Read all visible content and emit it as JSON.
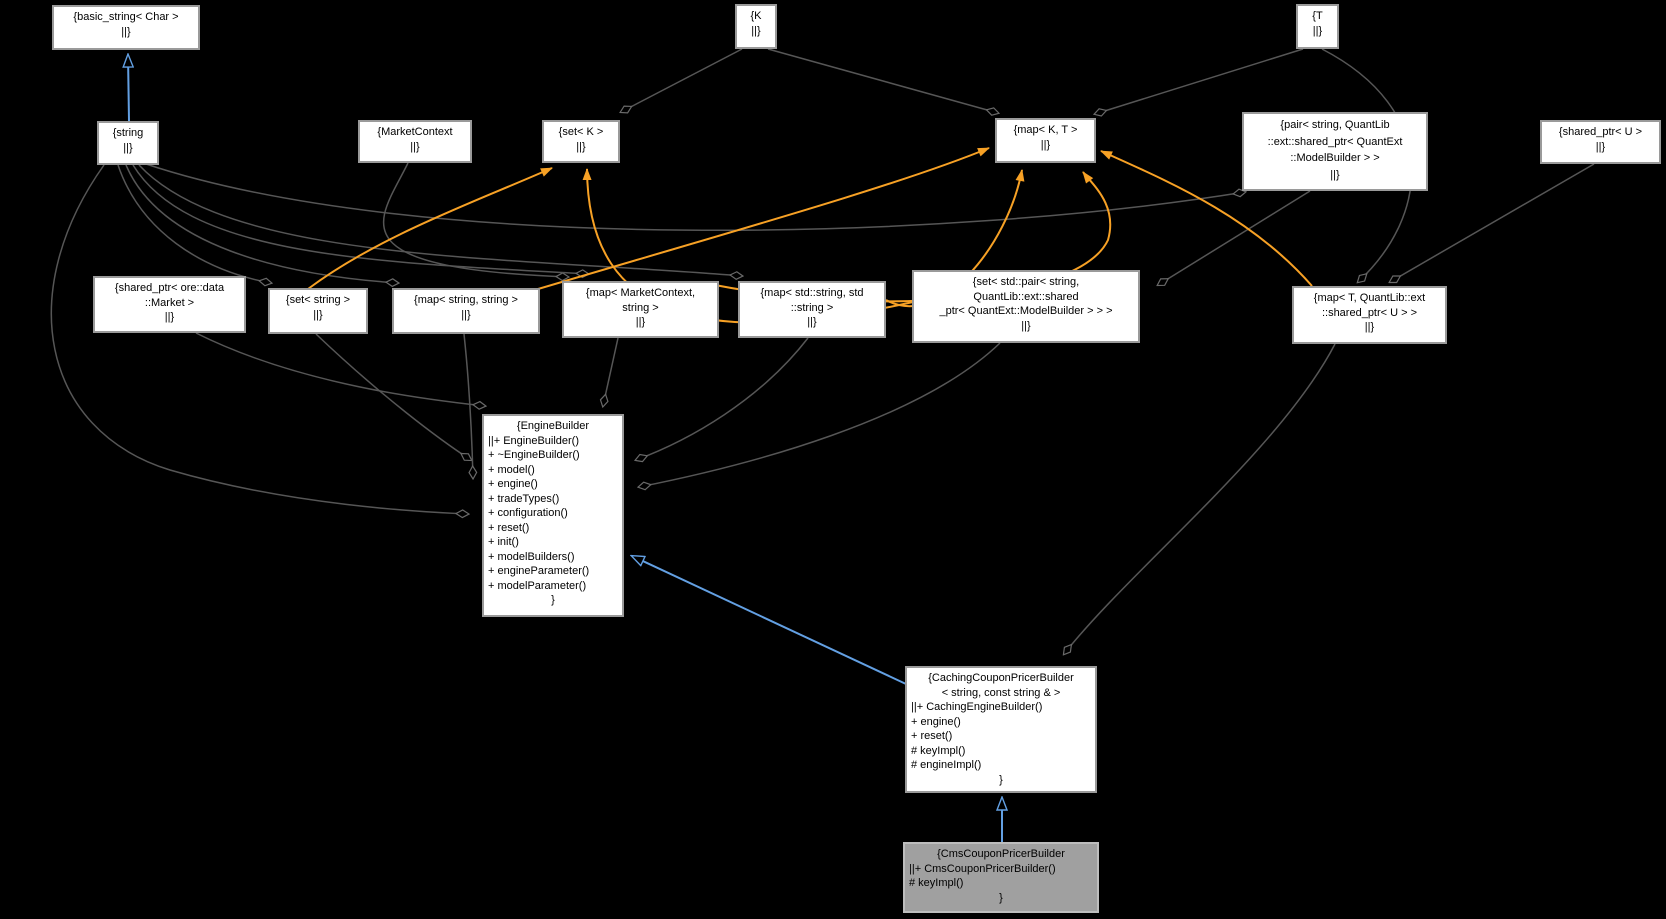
{
  "diagram": {
    "kind": "doxygen-collaboration-graph",
    "background": "#000000",
    "colors": {
      "node_fill": "#ffffff",
      "node_border": "#9a9a9a",
      "highlight_fill": "#a0a0a0",
      "edge_gray": "#565656",
      "edge_orange": "#f7a125",
      "edge_blue": "#63a0e3",
      "text": "#000000"
    }
  },
  "nodes": {
    "basic_string_char": {
      "lines": [
        "{basic_string< Char >",
        "||}"
      ]
    },
    "k": {
      "lines": [
        "{K",
        "||}"
      ]
    },
    "t": {
      "lines": [
        "{T",
        "||}"
      ]
    },
    "string": {
      "lines": [
        "{string",
        "||}"
      ]
    },
    "market_context": {
      "lines": [
        "{MarketContext",
        "||}"
      ]
    },
    "set_k": {
      "lines": [
        "{set< K >",
        "||}"
      ]
    },
    "map_k_t": {
      "lines": [
        "{map< K, T >",
        "||}"
      ]
    },
    "pair_string_modelbuilder": {
      "lines": [
        "{pair< string, QuantLib",
        "::ext::shared_ptr< QuantExt",
        "::ModelBuilder > >",
        "||}"
      ]
    },
    "shared_ptr_u": {
      "lines": [
        "{shared_ptr< U >",
        "||}"
      ]
    },
    "shared_ptr_market": {
      "lines": [
        "{shared_ptr< ore::data",
        "::Market >",
        "||}"
      ]
    },
    "set_string": {
      "lines": [
        "{set< string >",
        "||}"
      ]
    },
    "map_string_string": {
      "lines": [
        "{map< string, string >",
        "||}"
      ]
    },
    "map_marketcontext_string": {
      "lines": [
        "{map< MarketContext,",
        "string >",
        "||}"
      ]
    },
    "map_stdstring_stdstring": {
      "lines": [
        "{map< std::string, std",
        "::string >",
        "||}"
      ]
    },
    "set_pair_modelbuilder": {
      "lines": [
        "{set< std::pair< string,",
        "QuantLib::ext::shared",
        "_ptr< QuantExt::ModelBuilder > > >",
        "||}"
      ]
    },
    "map_t_sharedptr_u": {
      "lines": [
        "{map< T, QuantLib::ext",
        "::shared_ptr< U > >",
        "||}"
      ]
    },
    "engine_builder": {
      "lines": [
        "{EngineBuilder",
        "||+ EngineBuilder()",
        "+ ~EngineBuilder()",
        "+ model()",
        "+ engine()",
        "+ tradeTypes()",
        "+ configuration()",
        "+ reset()",
        "+ init()",
        "+ modelBuilders()",
        "+ engineParameter()",
        "+ modelParameter()",
        "}"
      ]
    },
    "caching_coupon_pricer_builder": {
      "lines": [
        "{CachingCouponPricerBuilder",
        "< string, const string & >",
        "||+ CachingEngineBuilder()",
        "+ engine()",
        "+ reset()",
        "# keyImpl()",
        "# engineImpl()",
        "}"
      ]
    },
    "cms_coupon_pricer_builder": {
      "lines": [
        "{CmsCouponPricerBuilder",
        "||+ CmsCouponPricerBuilder()",
        "# keyImpl()",
        "}"
      ]
    }
  },
  "edges": [
    {
      "from": "string",
      "to": "basic_string_char",
      "type": "inheritance"
    },
    {
      "from": "cms_coupon_pricer_builder",
      "to": "caching_coupon_pricer_builder",
      "type": "inheritance"
    },
    {
      "from": "caching_coupon_pricer_builder",
      "to": "engine_builder",
      "type": "inheritance"
    },
    {
      "from": "k",
      "to": "set_k",
      "type": "aggregation"
    },
    {
      "from": "k",
      "to": "map_k_t",
      "type": "aggregation"
    },
    {
      "from": "t",
      "to": "map_k_t",
      "type": "aggregation"
    },
    {
      "from": "t",
      "to": "map_t_sharedptr_u",
      "type": "aggregation"
    },
    {
      "from": "shared_ptr_u",
      "to": "map_t_sharedptr_u",
      "type": "aggregation"
    },
    {
      "from": "pair_string_modelbuilder",
      "to": "set_pair_modelbuilder",
      "type": "aggregation"
    },
    {
      "from": "market_context",
      "to": "map_marketcontext_string",
      "type": "aggregation"
    },
    {
      "from": "string",
      "to": "set_string",
      "type": "aggregation"
    },
    {
      "from": "string",
      "to": "map_string_string",
      "type": "aggregation"
    },
    {
      "from": "string",
      "to": "map_marketcontext_string",
      "type": "aggregation"
    },
    {
      "from": "string",
      "to": "map_stdstring_stdstring",
      "type": "aggregation"
    },
    {
      "from": "string",
      "to": "pair_string_modelbuilder",
      "type": "aggregation"
    },
    {
      "from": "string",
      "to": "engine_builder",
      "type": "aggregation"
    },
    {
      "from": "shared_ptr_market",
      "to": "engine_builder",
      "type": "aggregation"
    },
    {
      "from": "set_string",
      "to": "engine_builder",
      "type": "aggregation"
    },
    {
      "from": "map_string_string",
      "to": "engine_builder",
      "type": "aggregation"
    },
    {
      "from": "map_marketcontext_string",
      "to": "engine_builder",
      "type": "aggregation"
    },
    {
      "from": "map_stdstring_stdstring",
      "to": "engine_builder",
      "type": "aggregation"
    },
    {
      "from": "set_pair_modelbuilder",
      "to": "engine_builder",
      "type": "aggregation"
    },
    {
      "from": "map_t_sharedptr_u",
      "to": "caching_coupon_pricer_builder",
      "type": "aggregation"
    },
    {
      "from": "set_string",
      "to": "set_k",
      "type": "template-instance"
    },
    {
      "from": "set_pair_modelbuilder",
      "to": "set_k",
      "type": "template-instance"
    },
    {
      "from": "map_string_string",
      "to": "map_k_t",
      "type": "template-instance"
    },
    {
      "from": "map_stdstring_stdstring",
      "to": "map_k_t",
      "type": "template-instance"
    },
    {
      "from": "map_marketcontext_string",
      "to": "map_k_t",
      "type": "template-instance"
    },
    {
      "from": "map_t_sharedptr_u",
      "to": "map_k_t",
      "type": "template-instance"
    }
  ]
}
